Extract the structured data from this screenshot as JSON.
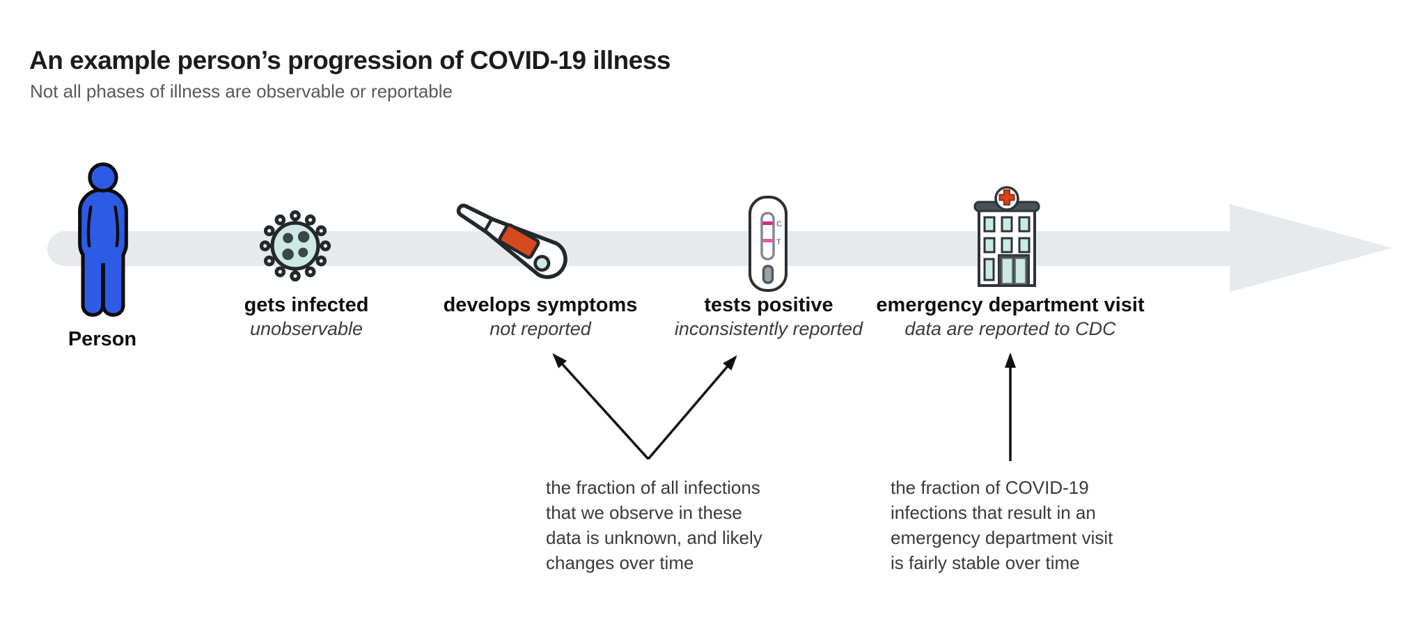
{
  "header": {
    "title": "An example person’s progression of COVID-19 illness",
    "subtitle": "Not all phases of illness are observable or reportable"
  },
  "timeline": {
    "direction": "left-to-right",
    "stages": [
      {
        "id": "person",
        "label": "Person",
        "sublabel": "",
        "icon": "person-icon"
      },
      {
        "id": "gets-infected",
        "label": "gets infected",
        "sublabel": "unobservable",
        "icon": "virus-icon"
      },
      {
        "id": "develops-symptoms",
        "label": "develops symptoms",
        "sublabel": "not reported",
        "icon": "thermometer-icon"
      },
      {
        "id": "tests-positive",
        "label": "tests positive",
        "sublabel": "inconsistently reported",
        "icon": "covid-test-icon"
      },
      {
        "id": "emergency-department-visit",
        "label": "emergency department visit",
        "sublabel": "data are reported to CDC",
        "icon": "hospital-icon"
      }
    ]
  },
  "test_icon": {
    "c_label": "C",
    "t_label": "T"
  },
  "annotations": [
    {
      "id": "observed-fraction",
      "targets": [
        "develops-symptoms",
        "tests-positive"
      ],
      "text": "the fraction of all infections\nthat we observe in these\ndata is unknown, and likely\nchanges over time"
    },
    {
      "id": "ed-fraction",
      "targets": [
        "emergency-department-visit"
      ],
      "text": "the fraction of COVID-19\ninfections that result in an\nemergency department visit\nis fairly stable over time"
    }
  ],
  "colors": {
    "person_blue": "#2e5be6",
    "timeline_gray": "#e6eaec",
    "virus_mint": "#cde9e1",
    "outline_dark": "#22282c",
    "thermometer_orange": "#d6491d",
    "test_line_pink": "#d6258e",
    "hospital_cross_red": "#d8431c",
    "hospital_roof_gray": "#4b5158",
    "title_text": "#1c1c1e",
    "subtitle_text": "#56585c",
    "label_text": "#0f0f10",
    "sublabel_text": "#3b3b3d",
    "annotation_text": "#3a3a3c"
  }
}
